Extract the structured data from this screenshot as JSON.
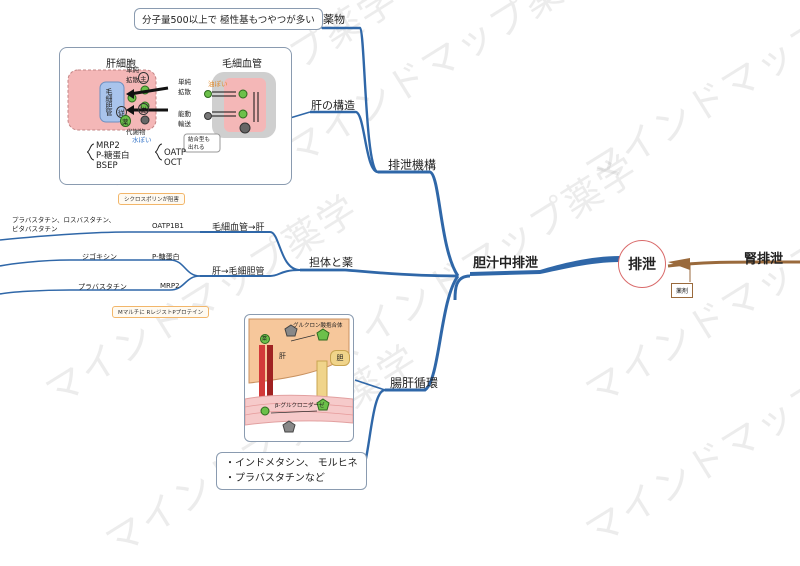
{
  "watermark": "マインドマップ薬学",
  "root": {
    "label": "排泄"
  },
  "right_branch": {
    "label": "腎排泄",
    "note": "薬剤"
  },
  "main_branch": {
    "label": "胆汁中排泄"
  },
  "topics": {
    "drugs": {
      "label": "薬物",
      "box_text": "分子量500以上で 極性基もつやつが多い"
    },
    "structure": {
      "label": "肝の構造",
      "liver_cell": "肝細胞",
      "capillary": "毛細血管",
      "bile_canaliculus": "毛細胆管",
      "simple_diffusion_top": "単純\n拡散",
      "simple_diffusion_right": "単純\n拡散",
      "active_transport": "能動\n輸送",
      "main_marker": "主",
      "sub_marker": "従",
      "sub_marker2": "従",
      "drug_marker": "薬",
      "metabolite": "代謝物",
      "water": "水ぽい",
      "oil": "油ぽい",
      "bound": "結合型も\n出れる",
      "transporters_left": [
        "MRP2",
        "P-糖蛋白",
        "BSEP"
      ],
      "transporters_right": [
        "OATP",
        "OCT"
      ]
    },
    "excretion_pathway": {
      "label": "排泄機構"
    },
    "carriers": {
      "label": "担体と薬",
      "blood_to_liver": "毛細血管→肝",
      "liver_to_bile": "肝→毛細胆管",
      "cyclosporin_note": "シクロスポリンが阻害",
      "mrp_note": "Mマルチに RレジストPプロテイン",
      "rows": [
        {
          "drugs": "プラバスタチン、ロスバスタチン、\nピタバスタチン",
          "carrier": "OATP1B1"
        },
        {
          "drugs": "ジゴキシン",
          "carrier": "P-糖蛋白"
        },
        {
          "drugs": "プラバスタチン",
          "carrier": "MRP2"
        }
      ]
    },
    "enterohepatic": {
      "label": "腸肝循環",
      "glucuronide": "グルクロン酸抱合体",
      "liver": "肝",
      "bile": "胆",
      "enzyme": "β-グルクロニダーゼ",
      "drug_marker": "薬",
      "examples": [
        "・インドメタシン、 モルヒネ",
        "・プラバスタチンなど"
      ]
    }
  },
  "colors": {
    "branch_blue": "#2f67a8",
    "branch_brown": "#9a6a3c",
    "liver_pink": "#f4b7b7",
    "bile_blue": "#a9c4ec",
    "capillary_gray": "#cfcfcf",
    "liver_orange": "#f6c79b",
    "green_drug": "#6cc04a"
  }
}
